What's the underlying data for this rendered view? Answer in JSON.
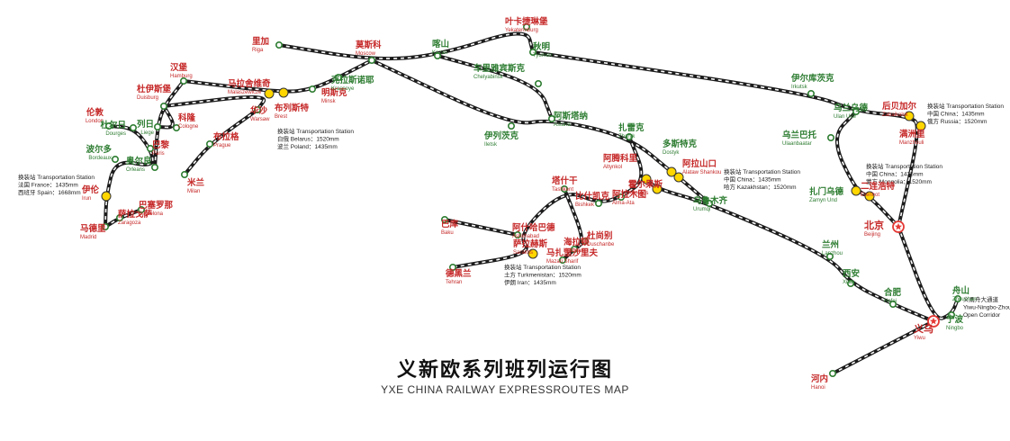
{
  "title": {
    "zh": "义新欧系列班列运行图",
    "en": "YXE CHINA RAILWAY EXPRESSROUTES MAP"
  },
  "colors": {
    "rail_dark": "#1b1b1b",
    "rail_light": "#ffffff",
    "label_green": "#2e7d32",
    "label_red": "#c62828",
    "transfer_yellow": "#ffd600",
    "capital_red": "#e53935"
  },
  "stations": [
    {
      "id": "london",
      "zh": "伦敦",
      "en": "London",
      "color": "red",
      "kind": "node"
    },
    {
      "id": "dourges",
      "zh": "杜尔日",
      "en": "Dourges",
      "color": "green",
      "kind": "node"
    },
    {
      "id": "liege",
      "zh": "列日",
      "en": "Liege",
      "color": "green",
      "kind": "node"
    },
    {
      "id": "paris",
      "zh": "巴黎",
      "en": "Paris",
      "color": "red",
      "kind": "node"
    },
    {
      "id": "bordeaux",
      "zh": "波尔多",
      "en": "Bordeaux",
      "color": "green",
      "kind": "node"
    },
    {
      "id": "orleans",
      "zh": "奥尔良",
      "en": "Orleans",
      "color": "green",
      "kind": "node"
    },
    {
      "id": "irun",
      "zh": "伊伦",
      "en": "Irun",
      "color": "red",
      "kind": "transfer"
    },
    {
      "id": "madrid",
      "zh": "马德里",
      "en": "Madrid",
      "color": "red",
      "kind": "node"
    },
    {
      "id": "zaragoza",
      "zh": "萨拉戈萨",
      "en": "Zaragoza",
      "color": "red",
      "kind": "node"
    },
    {
      "id": "barcelona",
      "zh": "巴塞罗那",
      "en": "Barcelona",
      "color": "red",
      "kind": "node"
    },
    {
      "id": "milan",
      "zh": "米兰",
      "en": "Milan",
      "color": "red",
      "kind": "node"
    },
    {
      "id": "cologne",
      "zh": "科隆",
      "en": "Cologne",
      "color": "red",
      "kind": "node"
    },
    {
      "id": "prague",
      "zh": "布拉格",
      "en": "Prague",
      "color": "red",
      "kind": "node"
    },
    {
      "id": "hamburg",
      "zh": "汉堡",
      "en": "Hamburg",
      "color": "red",
      "kind": "node"
    },
    {
      "id": "duisburg",
      "zh": "杜伊斯堡",
      "en": "Duisburg",
      "color": "red",
      "kind": "node"
    },
    {
      "id": "malaszewicze",
      "zh": "马拉舍维奇",
      "en": "Malaszewicze",
      "color": "red",
      "kind": "transfer"
    },
    {
      "id": "warsaw",
      "zh": "华沙",
      "en": "Warsaw",
      "color": "red",
      "kind": "node"
    },
    {
      "id": "brest",
      "zh": "布列斯特",
      "en": "Brest",
      "color": "red",
      "kind": "transfer"
    },
    {
      "id": "minsk",
      "zh": "明斯克",
      "en": "Minsk",
      "color": "red",
      "kind": "node"
    },
    {
      "id": "riga",
      "zh": "里加",
      "en": "Riga",
      "color": "red",
      "kind": "node"
    },
    {
      "id": "moscow",
      "zh": "莫斯科",
      "en": "Moscow",
      "color": "red",
      "kind": "node"
    },
    {
      "id": "krasnoye",
      "zh": "克拉斯诺耶",
      "en": "Krasnoye",
      "color": "green",
      "kind": "node"
    },
    {
      "id": "kazan",
      "zh": "喀山",
      "en": "Kazan",
      "color": "green",
      "kind": "node"
    },
    {
      "id": "yekaterinburg",
      "zh": "叶卡捷琳堡",
      "en": "Yekaterinburg",
      "color": "red",
      "kind": "node"
    },
    {
      "id": "chelyabinsk",
      "zh": "车里雅宾斯克",
      "en": "Chelyabinsk",
      "color": "green",
      "kind": "node"
    },
    {
      "id": "tyumen",
      "zh": "秋明",
      "en": "Tyumen",
      "color": "green",
      "kind": "node"
    },
    {
      "id": "astana",
      "zh": "阿斯塔纳",
      "en": "Astana",
      "color": "green",
      "kind": "node"
    },
    {
      "id": "iletsk",
      "zh": "伊列茨克",
      "en": "Iletsk",
      "color": "green",
      "kind": "node"
    },
    {
      "id": "zharyk",
      "zh": "扎雷克",
      "en": "Zharyk",
      "color": "green",
      "kind": "node"
    },
    {
      "id": "irkutsk",
      "zh": "伊尔库茨克",
      "en": "Irkutsk",
      "color": "green",
      "kind": "node"
    },
    {
      "id": "ulanude",
      "zh": "乌兰乌德",
      "en": "Ulan Ude",
      "color": "green",
      "kind": "node"
    },
    {
      "id": "zabaikalsk",
      "zh": "后贝加尔",
      "en": "Zabaikalsk",
      "color": "red",
      "kind": "transfer"
    },
    {
      "id": "manzhouli",
      "zh": "满洲里",
      "en": "Manzhouli",
      "color": "red",
      "kind": "transfer"
    },
    {
      "id": "ulaanbaatar",
      "zh": "乌兰巴托",
      "en": "Ulaanbaatar",
      "color": "green",
      "kind": "node"
    },
    {
      "id": "zamynud",
      "zh": "扎门乌德",
      "en": "Zamyn Und",
      "color": "green",
      "kind": "transfer"
    },
    {
      "id": "erenhot",
      "zh": "二连浩特",
      "en": "Erenhot",
      "color": "red",
      "kind": "transfer"
    },
    {
      "id": "beijing",
      "zh": "北京",
      "en": "Beijing",
      "color": "red",
      "kind": "capital"
    },
    {
      "id": "dostyk",
      "zh": "多斯特克",
      "en": "Dostyk",
      "color": "green",
      "kind": "transfer"
    },
    {
      "id": "alashankou",
      "zh": "阿拉山口",
      "en": "Alataw Shankou",
      "color": "red",
      "kind": "transfer"
    },
    {
      "id": "altynkol",
      "zh": "阿腾科里",
      "en": "Altynkol",
      "color": "red",
      "kind": "transfer"
    },
    {
      "id": "khorgos",
      "zh": "霍尔果斯",
      "en": "Khorgos",
      "color": "red",
      "kind": "transfer"
    },
    {
      "id": "urumqi",
      "zh": "乌鲁木齐",
      "en": "Urumqi",
      "color": "green",
      "kind": "node"
    },
    {
      "id": "almaty",
      "zh": "阿拉木图",
      "en": "Alma-Ata",
      "color": "red",
      "kind": "node"
    },
    {
      "id": "bishkek",
      "zh": "比什凯克",
      "en": "Bishkek",
      "color": "red",
      "kind": "node"
    },
    {
      "id": "tashkent",
      "zh": "塔什干",
      "en": "Tashkent",
      "color": "red",
      "kind": "node"
    },
    {
      "id": "dushanbe",
      "zh": "杜尚别",
      "en": "Duschanbe",
      "color": "red",
      "kind": "node"
    },
    {
      "id": "hairatan",
      "zh": "海拉顿",
      "en": "Hairatan",
      "color": "red",
      "kind": "node"
    },
    {
      "id": "mazarisharif",
      "zh": "马扎里沙里夫",
      "en": "Mazari Sharif",
      "color": "red",
      "kind": "node"
    },
    {
      "id": "ashgabat",
      "zh": "阿什哈巴德",
      "en": "Ashkhabad",
      "color": "red",
      "kind": "node"
    },
    {
      "id": "sarakhs",
      "zh": "萨拉赫斯",
      "en": "Sarakhs",
      "color": "red",
      "kind": "transfer"
    },
    {
      "id": "tehran",
      "zh": "德黑兰",
      "en": "Tehran",
      "color": "red",
      "kind": "node"
    },
    {
      "id": "baku",
      "zh": "巴库",
      "en": "Baku",
      "color": "red",
      "kind": "node"
    },
    {
      "id": "lanzhou",
      "zh": "兰州",
      "en": "Lanzhou",
      "color": "green",
      "kind": "node"
    },
    {
      "id": "xian",
      "zh": "西安",
      "en": "Xi'an",
      "color": "green",
      "kind": "node"
    },
    {
      "id": "hefei",
      "zh": "合肥",
      "en": "Hefei",
      "color": "green",
      "kind": "node"
    },
    {
      "id": "yiwu",
      "zh": "义乌",
      "en": "Yiwu",
      "color": "red",
      "kind": "capital"
    },
    {
      "id": "ningbo",
      "zh": "宁波",
      "en": "Ningbo",
      "color": "green",
      "kind": "node"
    },
    {
      "id": "zhoushan",
      "zh": "舟山",
      "en": "Zhoushan",
      "color": "green",
      "kind": "node"
    },
    {
      "id": "hanoi",
      "zh": "河内",
      "en": "Hanoi",
      "color": "red",
      "kind": "node"
    }
  ],
  "notes": {
    "spain": [
      "换装站 Transportation Station",
      "法国 France：1435mm",
      "西班牙 Spain：1668mm"
    ],
    "poland": [
      "换装站 Transportation Station",
      "白俄 Belarus：1520mm",
      "波兰 Poland：1435mm"
    ],
    "russia": [
      "换装站 Transportation Station",
      "中国 China：1435mm",
      "俄方 Russia：1520mm"
    ],
    "mongolia": [
      "换装站 Transportation Station",
      "中国 China：1435mm",
      "蒙方 Mongolia：1520mm"
    ],
    "kazakhstan": [
      "换装站 Transportation Station",
      "中国 China：1435mm",
      "哈方 Kazakhstan：1520mm"
    ],
    "iran": [
      "换装站 Transportation Station",
      "土方 Turkmenistan：1520mm",
      "伊朗 Iran：1435mm"
    ],
    "corridor": [
      "义甬舟大通道",
      "Yiwu-Ningbo-Zhoushan",
      "Open Corridor"
    ]
  }
}
